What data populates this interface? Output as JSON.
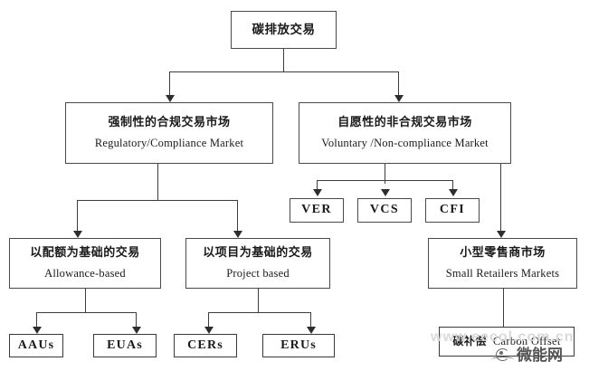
{
  "diagram": {
    "title_box": {
      "cn": "碳排放交易"
    },
    "level2": [
      {
        "cn": "强制性的合规交易市场",
        "en": "Regulatory/Compliance Market"
      },
      {
        "cn": "自愿性的非合规交易市场",
        "en": "Voluntary /Non-compliance Market"
      }
    ],
    "voluntary_instruments": [
      {
        "label": "VER"
      },
      {
        "label": "VCS"
      },
      {
        "label": "CFI"
      }
    ],
    "level3": [
      {
        "cn": "以配额为基础的交易",
        "en": "Allowance-based"
      },
      {
        "cn": "以项目为基础的交易",
        "en": "Project based"
      },
      {
        "cn": "小型零售商市场",
        "en": "Small Retailers Markets"
      }
    ],
    "allowance_leaves": [
      {
        "label": "AAUs"
      },
      {
        "label": "EUAs"
      }
    ],
    "project_leaves": [
      {
        "label": "CERs"
      },
      {
        "label": "ERUs"
      }
    ],
    "retail_leaf": {
      "cn": "碳补偿",
      "en": "Carbon Offset"
    }
  },
  "watermark": {
    "url": "www.eecol.com.cn",
    "logo_text": "微能网"
  },
  "colors": {
    "box_border": "#4a4a4a",
    "line": "#3d3d3d",
    "text": "#1a1a1a",
    "watermark": "#d8d8d8"
  }
}
